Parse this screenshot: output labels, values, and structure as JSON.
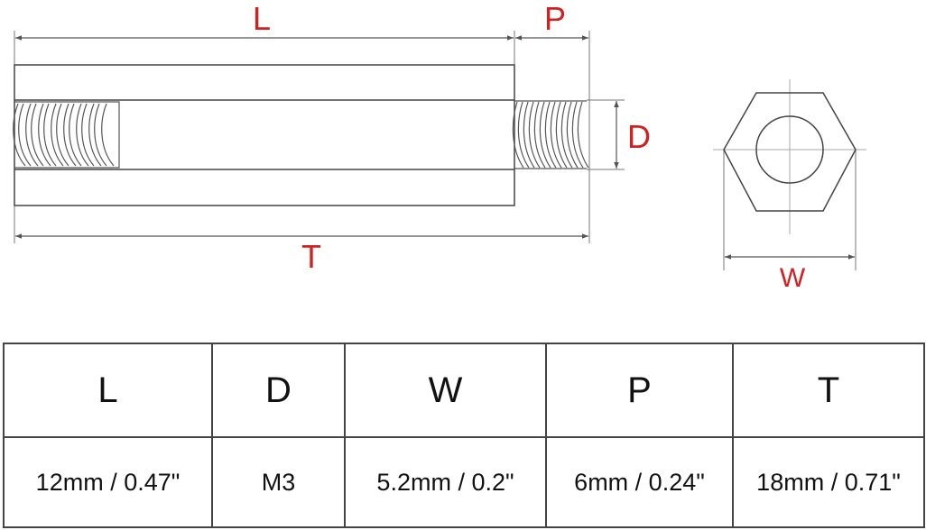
{
  "diagram": {
    "labels": {
      "L": "L",
      "P": "P",
      "D": "D",
      "T": "T",
      "W": "W"
    },
    "label_color": "#d21f1f",
    "line_color": "#555555"
  },
  "table": {
    "headers": [
      "L",
      "D",
      "W",
      "P",
      "T"
    ],
    "values": [
      "12mm / 0.47\"",
      "M3",
      "5.2mm / 0.2\"",
      "6mm / 0.24\"",
      "18mm / 0.71\""
    ]
  }
}
